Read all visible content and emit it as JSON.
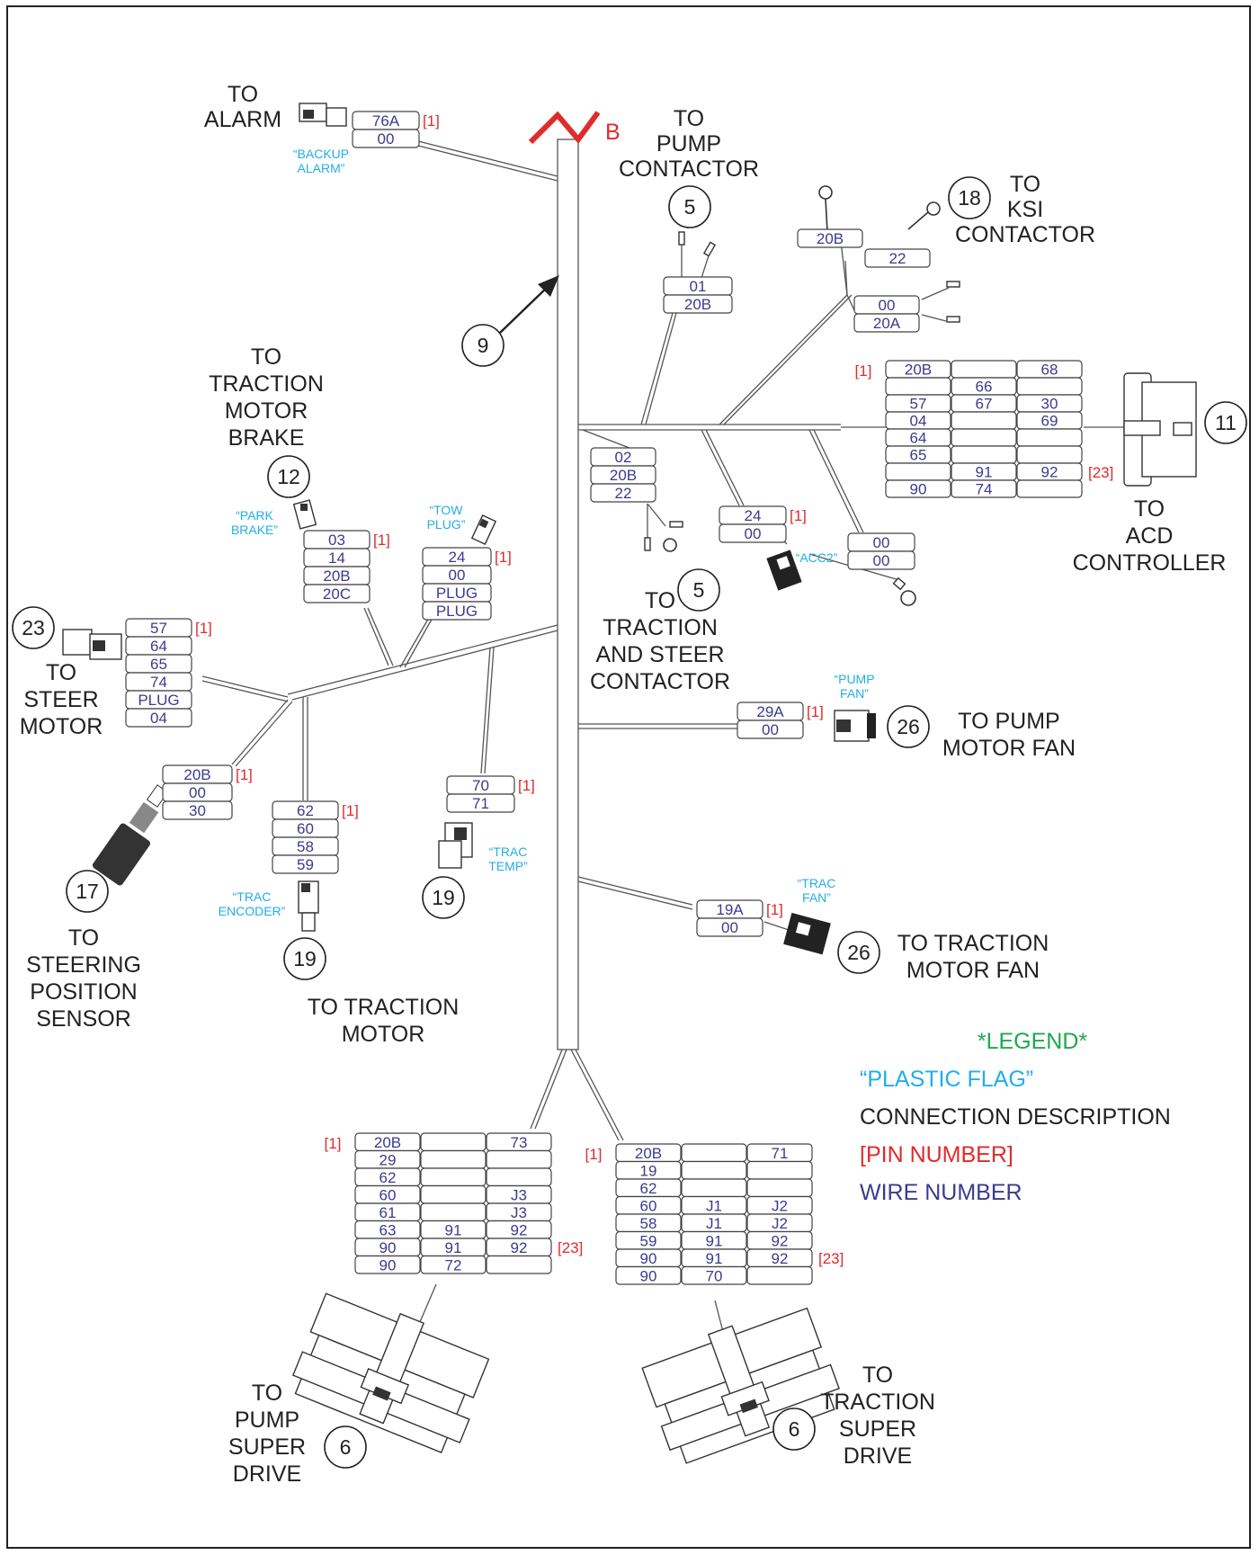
{
  "labels": {
    "alarm": [
      "TO",
      "ALARM"
    ],
    "pump_contactor": [
      "TO",
      "PUMP",
      "CONTACTOR"
    ],
    "ksi_contactor": [
      "TO",
      "KSI",
      "CONTACTOR"
    ],
    "traction_motor_brake": [
      "TO",
      "TRACTION",
      "MOTOR",
      "BRAKE"
    ],
    "acd_controller": [
      "TO",
      "ACD",
      "CONTROLLER"
    ],
    "traction_steer_contactor": [
      "TO",
      "TRACTION",
      "AND STEER",
      "CONTACTOR"
    ],
    "steer_motor": [
      "TO",
      "STEER",
      "MOTOR"
    ],
    "pump_motor_fan": [
      "TO PUMP",
      "MOTOR FAN"
    ],
    "steering_position_sensor": [
      "TO",
      "STEERING",
      "POSITION",
      "SENSOR"
    ],
    "traction_motor": [
      "TO TRACTION",
      "MOTOR"
    ],
    "traction_motor_fan": [
      "TO TRACTION",
      "MOTOR FAN"
    ],
    "pump_super_drive": [
      "TO",
      "PUMP",
      "SUPER",
      "DRIVE"
    ],
    "traction_super_drive": [
      "TO",
      "TRACTION",
      "SUPER",
      "DRIVE"
    ],
    "break_letter": "B"
  },
  "callouts": {
    "alarm_none": "",
    "pump_contactor": "5",
    "ksi": "18",
    "harness": "9",
    "acd": "11",
    "brake": "12",
    "steer_contactor": "5",
    "steer_motor": "23",
    "pump_fan": "26",
    "sensor": "17",
    "encoder": "19",
    "trac_temp": "19",
    "trac_fan": "26",
    "pump_drive": "6",
    "trac_drive": "6"
  },
  "flags": {
    "backup_alarm": [
      "“BACKUP",
      "ALARM”"
    ],
    "park_brake": [
      "“PARK",
      "BRAKE”"
    ],
    "tow_plug": [
      "“TOW",
      "PLUG”"
    ],
    "acc2": "“ACC2”",
    "pump_fan": [
      "“PUMP",
      "FAN”"
    ],
    "trac_encoder": [
      "“TRAC",
      "ENCODER”"
    ],
    "trac_temp": [
      "“TRAC",
      "TEMP”"
    ],
    "trac_fan": [
      "“TRAC",
      "FAN”"
    ]
  },
  "connectors": {
    "alarm": {
      "wires": [
        "76A",
        "00"
      ],
      "pin": "[1]"
    },
    "pump_contactor": {
      "wires": [
        "01",
        "20B"
      ]
    },
    "ksi_a": {
      "wires": [
        "20B"
      ]
    },
    "ksi_b": {
      "wires": [
        "22"
      ]
    },
    "ksi_c": {
      "wires": [
        "00",
        "20A"
      ]
    },
    "steer_contactor": {
      "wires": [
        "02",
        "20B",
        "22"
      ]
    },
    "acc2": {
      "wires": [
        "24",
        "00"
      ],
      "pin": "[1]"
    },
    "ground": {
      "wires": [
        "00",
        "00"
      ]
    },
    "brake": {
      "wires": [
        "03",
        "14",
        "20B",
        "20C"
      ],
      "pin": "[1]"
    },
    "tow_plug": {
      "wires": [
        "24",
        "00",
        "PLUG",
        "PLUG"
      ],
      "pin": "[1]"
    },
    "steer_motor": {
      "wires": [
        "57",
        "64",
        "65",
        "74",
        "PLUG",
        "04"
      ],
      "pin": "[1]"
    },
    "pump_fan": {
      "wires": [
        "29A",
        "00"
      ],
      "pin": "[1]"
    },
    "sensor": {
      "wires": [
        "20B",
        "00",
        "30"
      ],
      "pin": "[1]"
    },
    "encoder": {
      "wires": [
        "62",
        "60",
        "58",
        "59"
      ],
      "pin": "[1]"
    },
    "trac_temp": {
      "wires": [
        "70",
        "71"
      ],
      "pin": "[1]"
    },
    "trac_fan": {
      "wires": [
        "19A",
        "00"
      ],
      "pin": "[1]"
    }
  },
  "acd_grid": {
    "pin_first": "[1]",
    "pin_last": "[23]",
    "rows": [
      [
        "20B",
        "",
        "68"
      ],
      [
        "",
        "66",
        ""
      ],
      [
        "57",
        "67",
        "30"
      ],
      [
        "04",
        "",
        "69"
      ],
      [
        "64",
        "",
        ""
      ],
      [
        "65",
        "",
        ""
      ],
      [
        "",
        "91",
        "92"
      ],
      [
        "90",
        "74",
        ""
      ]
    ]
  },
  "pump_grid": {
    "pin_first": "[1]",
    "pin_last": "[23]",
    "rows": [
      [
        "20B",
        "",
        "73"
      ],
      [
        "29",
        "",
        ""
      ],
      [
        "62",
        "",
        ""
      ],
      [
        "60",
        "",
        "J3"
      ],
      [
        "61",
        "",
        "J3"
      ],
      [
        "63",
        "91",
        "92"
      ],
      [
        "90",
        "91",
        "92"
      ],
      [
        "90",
        "72",
        ""
      ]
    ]
  },
  "trac_grid": {
    "pin_first": "[1]",
    "pin_last": "[23]",
    "rows": [
      [
        "20B",
        "",
        "71"
      ],
      [
        "19",
        "",
        ""
      ],
      [
        "62",
        "",
        ""
      ],
      [
        "60",
        "J1",
        "J2"
      ],
      [
        "58",
        "J1",
        "J2"
      ],
      [
        "59",
        "91",
        "92"
      ],
      [
        "90",
        "91",
        "92"
      ],
      [
        "90",
        "70",
        ""
      ]
    ]
  },
  "legend": {
    "title": "*LEGEND*",
    "flag": "“PLASTIC FLAG”",
    "connection": "CONNECTION DESCRIPTION",
    "pin": "[PIN NUMBER]",
    "wire": "WIRE NUMBER",
    "colors": {
      "title": "#1fa84f",
      "flag": "#22aee6",
      "connection": "#222222",
      "pin": "#e02b2b",
      "wire": "#3b3b8f"
    }
  }
}
